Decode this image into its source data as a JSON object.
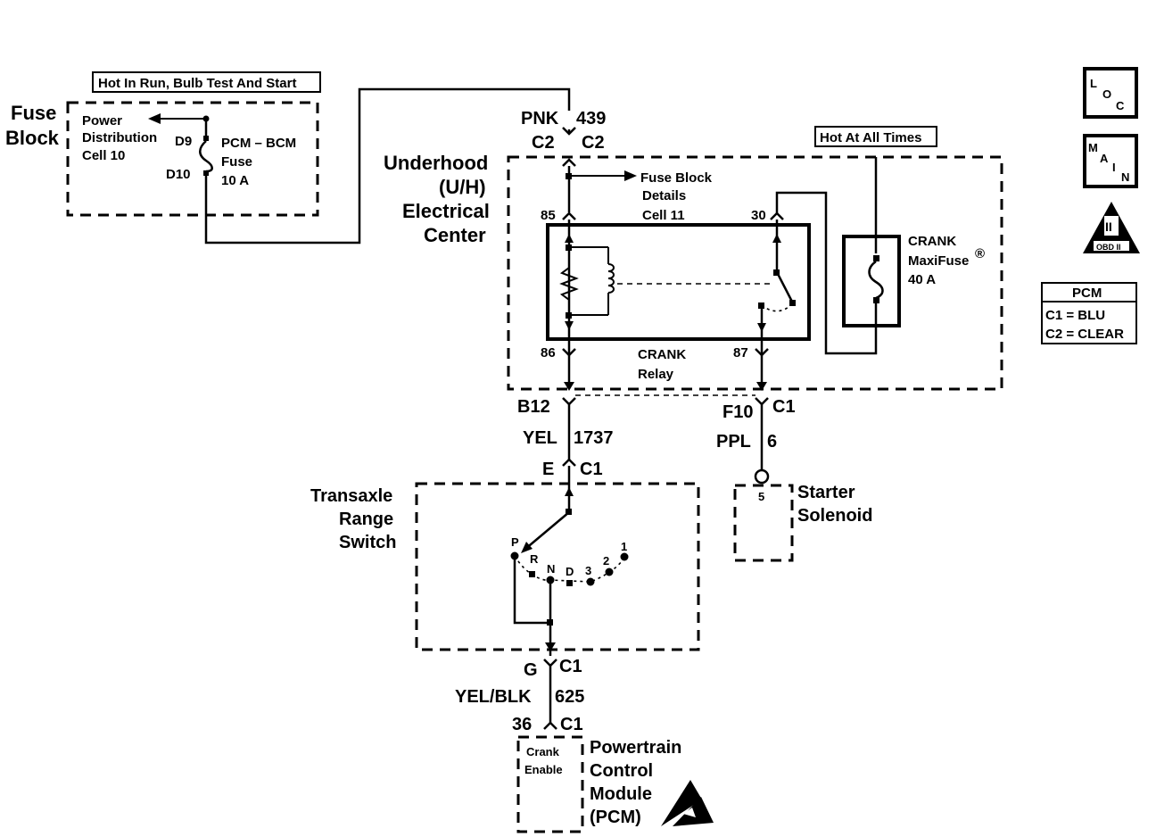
{
  "labels": {
    "hot_in_run": "Hot In Run, Bulb Test And Start",
    "hot_at_all_times": "Hot At All Times",
    "fuse_block_1": "Fuse",
    "fuse_block_2": "Block",
    "power_dist_1": "Power",
    "power_dist_2": "Distribution",
    "power_dist_3": "Cell 10",
    "d9": "D9",
    "d10": "D10",
    "fuse_name_1": "PCM – BCM",
    "fuse_name_2": "Fuse",
    "fuse_name_3": "10 A",
    "pnk": "PNK",
    "c439": "439",
    "c2_left": "C2",
    "c2_right": "C2",
    "uh_1": "Underhood",
    "uh_2": "(U/H)",
    "uh_3": "Electrical",
    "uh_4": "Center",
    "fb_details_1": "Fuse Block",
    "fb_details_2": "Details",
    "fb_details_3": "Cell 11",
    "pin85": "85",
    "pin30": "30",
    "pin86": "86",
    "pin87": "87",
    "crank_relay_1": "CRANK",
    "crank_relay_2": "Relay",
    "maxi_1": "CRANK",
    "maxi_2": "MaxiFuse",
    "maxi_reg": "®",
    "maxi_3": "40 A",
    "b12": "B12",
    "f10": "F10",
    "c1_f10": "C1",
    "yel": "YEL",
    "c1737": "1737",
    "ppl": "PPL",
    "c6": "6",
    "e": "E",
    "c1_e": "C1",
    "pin5": "5",
    "starter_1": "Starter",
    "starter_2": "Solenoid",
    "trs_1": "Transaxle",
    "trs_2": "Range",
    "trs_3": "Switch",
    "pos_p": "P",
    "pos_r": "R",
    "pos_n": "N",
    "pos_d": "D",
    "pos_3": "3",
    "pos_2": "2",
    "pos_1": "1",
    "g": "G",
    "c1_g": "C1",
    "yelblk": "YEL/BLK",
    "c625": "625",
    "c36": "36",
    "c1_36": "C1",
    "crank_enable_1": "Crank",
    "crank_enable_2": "Enable",
    "pcm_1": "Powertrain",
    "pcm_2": "Control",
    "pcm_3": "Module",
    "pcm_4": "(PCM)"
  },
  "legend": {
    "loc_l": "L",
    "loc_o": "O",
    "loc_c": "C",
    "main_m": "M",
    "main_a": "A",
    "main_i": "I",
    "main_n": "N",
    "obd_numeral": "II",
    "obd_text": "OBD II",
    "pcm_title": "PCM",
    "pcm_c1": "C1 = BLU",
    "pcm_c2": "C2 = CLEAR"
  }
}
